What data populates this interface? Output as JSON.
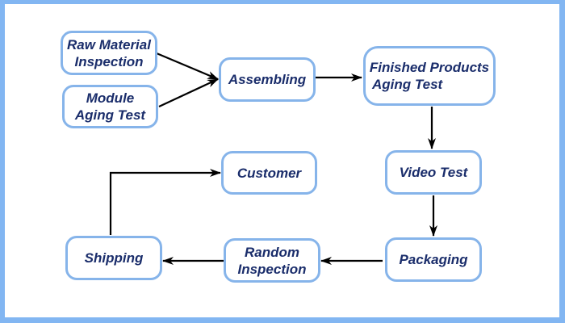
{
  "diagram": {
    "title": "Production process flow",
    "colors": {
      "frame": "#82b6f2",
      "node_border": "#86b4ea",
      "text": "#1a2d6b",
      "arrow": "#000000"
    },
    "nodes": {
      "raw_material": {
        "line1": "Raw Material",
        "line2": "Inspection"
      },
      "module_aging": {
        "line1": "Module",
        "line2": "Aging Test"
      },
      "assembling": {
        "line1": "Assembling"
      },
      "finished_aging": {
        "line1": "Finished Products",
        "line2": "Aging Test"
      },
      "video_test": {
        "line1": "Video Test"
      },
      "packaging": {
        "line1": "Packaging"
      },
      "random_inspection": {
        "line1": "Random",
        "line2": "Inspection"
      },
      "shipping": {
        "line1": "Shipping"
      },
      "customer": {
        "line1": "Customer"
      }
    },
    "edges": [
      {
        "from": "Raw Material Inspection",
        "to": "Assembling"
      },
      {
        "from": "Module Aging Test",
        "to": "Assembling"
      },
      {
        "from": "Assembling",
        "to": "Finished Products Aging Test"
      },
      {
        "from": "Finished Products Aging Test",
        "to": "Video Test"
      },
      {
        "from": "Video Test",
        "to": "Packaging"
      },
      {
        "from": "Packaging",
        "to": "Random Inspection"
      },
      {
        "from": "Random Inspection",
        "to": "Shipping"
      },
      {
        "from": "Shipping",
        "to": "Customer"
      }
    ]
  }
}
